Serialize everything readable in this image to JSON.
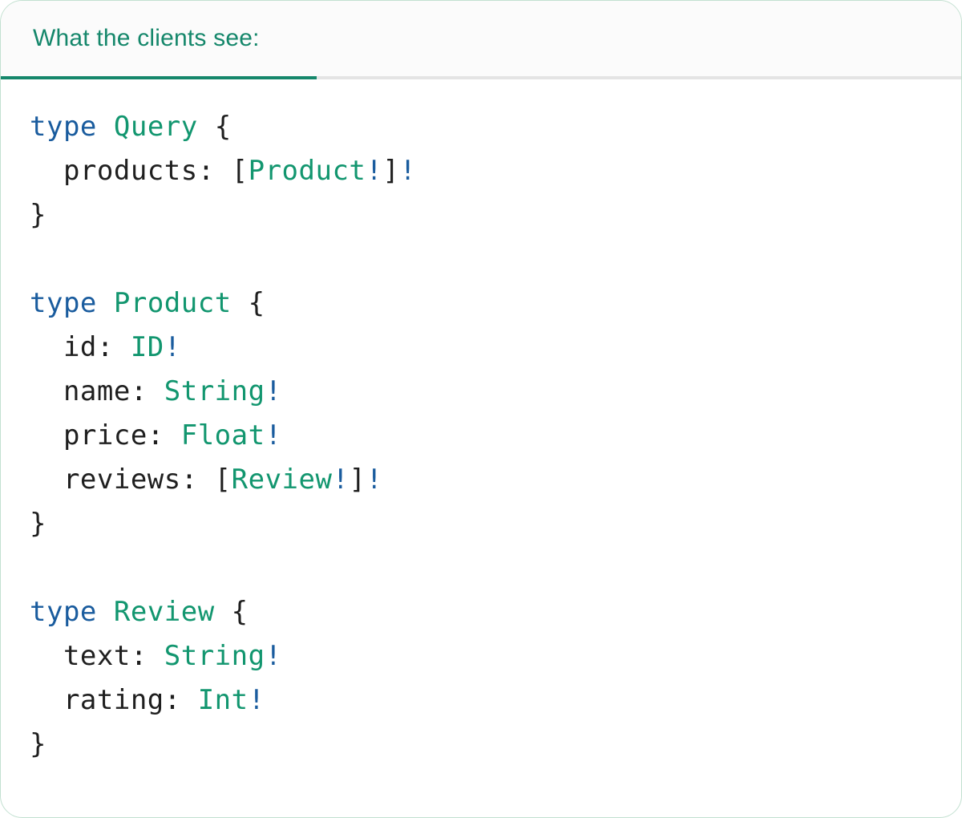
{
  "card": {
    "tab_label": "What the clients see:"
  },
  "colors": {
    "accent": "#15876b",
    "tab_underline": "#15876b",
    "inactive_divider": "#e4e4e4",
    "tab_bg": "#fbfbfb",
    "card_bg": "#ffffff",
    "card_border": "#c2e0d0",
    "code_keyword": "#1a5c9e",
    "code_typename": "#12966f",
    "code_plain": "#1f1f1f",
    "code_bang": "#1a5c9e"
  },
  "code": {
    "language": "graphql",
    "lines": [
      [
        [
          "type",
          "kw"
        ],
        [
          " ",
          "plain"
        ],
        [
          "Query",
          "type"
        ],
        [
          " {",
          "plain"
        ]
      ],
      [
        [
          "  products: [",
          "plain"
        ],
        [
          "Product",
          "type"
        ],
        [
          "!",
          "bang"
        ],
        [
          "]",
          "plain"
        ],
        [
          "!",
          "bang"
        ]
      ],
      [
        [
          "}",
          "plain"
        ]
      ],
      [],
      [
        [
          "type",
          "kw"
        ],
        [
          " ",
          "plain"
        ],
        [
          "Product",
          "type"
        ],
        [
          " {",
          "plain"
        ]
      ],
      [
        [
          "  id: ",
          "plain"
        ],
        [
          "ID",
          "type"
        ],
        [
          "!",
          "bang"
        ]
      ],
      [
        [
          "  name: ",
          "plain"
        ],
        [
          "String",
          "type"
        ],
        [
          "!",
          "bang"
        ]
      ],
      [
        [
          "  price: ",
          "plain"
        ],
        [
          "Float",
          "type"
        ],
        [
          "!",
          "bang"
        ]
      ],
      [
        [
          "  reviews: [",
          "plain"
        ],
        [
          "Review",
          "type"
        ],
        [
          "!",
          "bang"
        ],
        [
          "]",
          "plain"
        ],
        [
          "!",
          "bang"
        ]
      ],
      [
        [
          "}",
          "plain"
        ]
      ],
      [],
      [
        [
          "type",
          "kw"
        ],
        [
          " ",
          "plain"
        ],
        [
          "Review",
          "type"
        ],
        [
          " {",
          "plain"
        ]
      ],
      [
        [
          "  text: ",
          "plain"
        ],
        [
          "String",
          "type"
        ],
        [
          "!",
          "bang"
        ]
      ],
      [
        [
          "  rating: ",
          "plain"
        ],
        [
          "Int",
          "type"
        ],
        [
          "!",
          "bang"
        ]
      ],
      [
        [
          "}",
          "plain"
        ]
      ]
    ]
  }
}
